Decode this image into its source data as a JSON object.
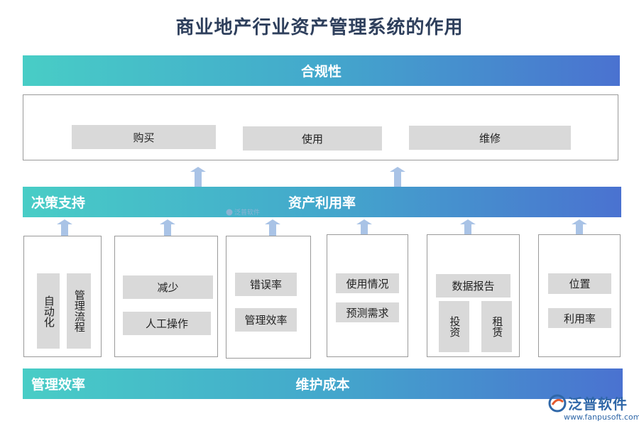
{
  "title": "商业地产行业资产管理系统的作用",
  "top_band": {
    "label": "合规性"
  },
  "top_box": {
    "items": [
      "购买",
      "使用",
      "维修"
    ]
  },
  "middle_band": {
    "left_label": "决策支持",
    "center_label": "资产利用率"
  },
  "watermark": "泛普软件",
  "groups": [
    {
      "items": [
        "自动化",
        "管理流程"
      ]
    },
    {
      "items": [
        "减少",
        "人工操作"
      ]
    },
    {
      "items": [
        "错误率",
        "管理效率"
      ]
    },
    {
      "items": [
        "使用情况",
        "预测需求"
      ]
    },
    {
      "items": [
        "数据报告",
        "投资",
        "租赁"
      ]
    },
    {
      "items": [
        "位置",
        "利用率"
      ]
    }
  ],
  "bottom_band": {
    "left_label": "管理效率",
    "center_label": "维护成本"
  },
  "logo": {
    "brand": "泛普软件",
    "url": "www.fanpusoft.com"
  },
  "colors": {
    "band_start": "#48cdc6",
    "band_end": "#4a72d0",
    "arrow": "#a9c3e6",
    "chip": "#d9d9d9"
  }
}
